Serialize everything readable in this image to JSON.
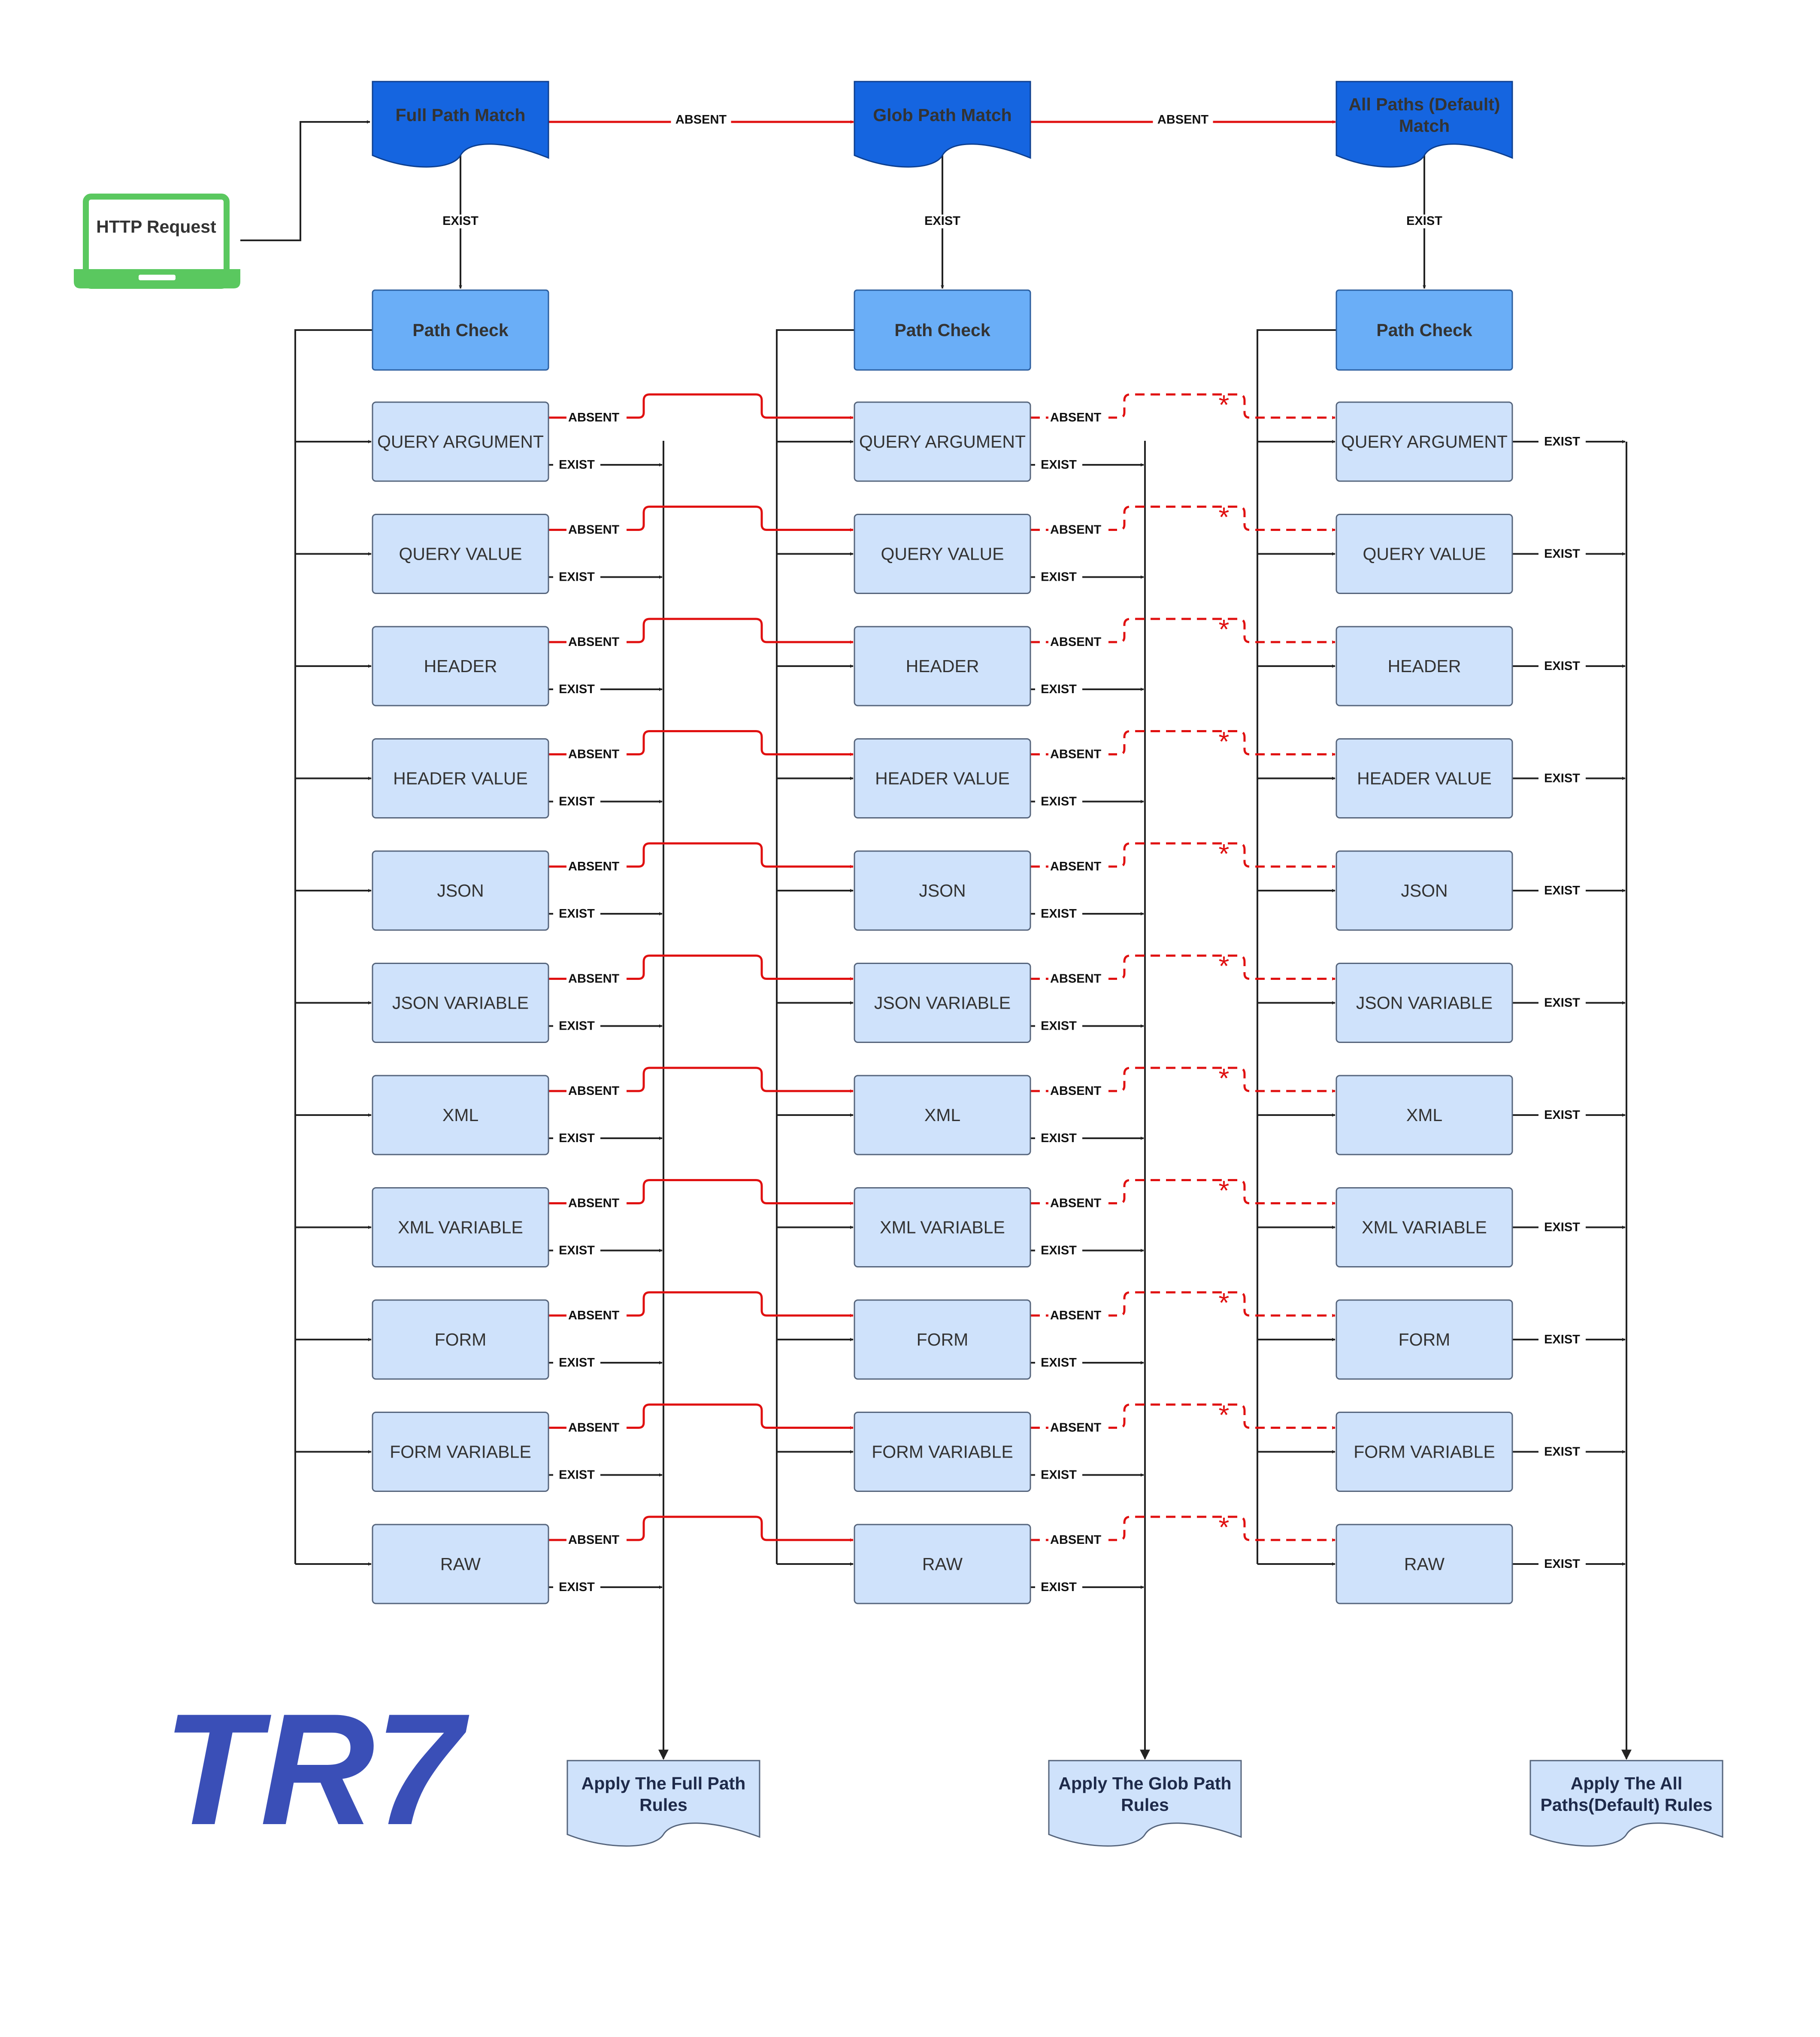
{
  "request": {
    "label": "HTTP Request"
  },
  "match_levels": [
    {
      "title": "Full Path Match",
      "check_label": "Path Check",
      "terminal": "Apply The Full Path Rules"
    },
    {
      "title": "Glob Path Match",
      "check_label": "Path Check",
      "terminal": "Apply The Glob Path Rules"
    },
    {
      "title": "All Paths (Default) Match",
      "check_label": "Path Check",
      "terminal": "Apply The All Paths(Default) Rules"
    }
  ],
  "check_items": [
    "QUERY ARGUMENT",
    "QUERY VALUE",
    "HEADER",
    "HEADER VALUE",
    "JSON",
    "JSON VARIABLE",
    "XML",
    "XML VARIABLE",
    "FORM",
    "FORM VARIABLE",
    "RAW"
  ],
  "edge_labels": {
    "absent": "ABSENT",
    "exist": "EXIST",
    "wildcard": "*"
  },
  "logo": {
    "text": "TR7"
  },
  "colors": {
    "match_box": "#1565e0",
    "check_box": "#6aaef7",
    "item_box": "#cfe2fb",
    "item_border": "#56657c",
    "request_icon": "#5ac85f",
    "absent_edge": "#e01010",
    "exist_edge": "#222222",
    "logo": "#3a4fb7"
  }
}
